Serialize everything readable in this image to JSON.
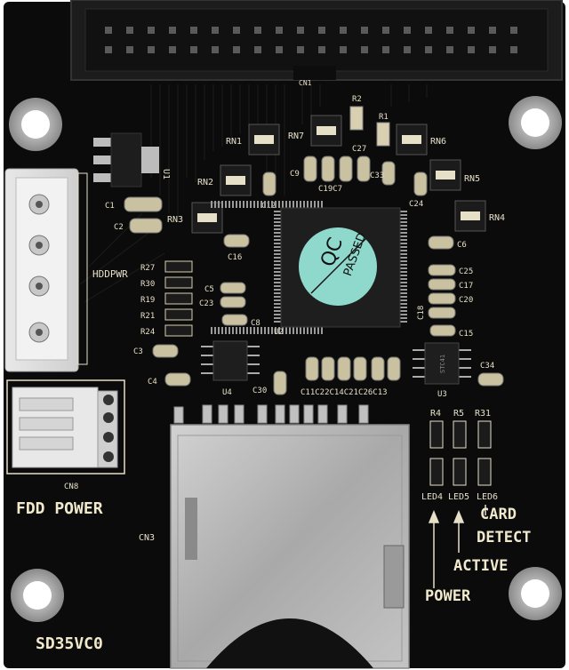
{
  "labels": {
    "hddpwr": "HDDPWR",
    "cn8": "CN8",
    "fdd_power": "FDD POWER",
    "cn3": "CN3",
    "model": "SD35VC0",
    "card_detect_line1": "CARD",
    "card_detect_line2": "DETECT",
    "active": "ACTIVE",
    "power": "POWER",
    "qc_line1": "QC",
    "qc_line2": "PASSED",
    "u1": "U1",
    "u2": "U2",
    "u3": "U3",
    "u4": "U4",
    "u3_marking": "STC41",
    "cn_top": "CN1"
  },
  "components": {
    "rn1": "RN1",
    "rn2": "RN2",
    "rn3": "RN3",
    "rn4": "RN4",
    "rn5": "RN5",
    "rn6": "RN6",
    "rn7": "RN7",
    "r1": "R1",
    "r2": "R2",
    "r4": "R4",
    "r5": "R5",
    "r31": "R31",
    "r27": "R27",
    "r30": "R30",
    "r19": "R19",
    "r21": "R21",
    "r24": "R24",
    "c1": "C1",
    "c2": "C2",
    "c3": "C3",
    "c4": "C4",
    "c5": "C5",
    "c6": "C6",
    "c8": "C8",
    "c9": "C9",
    "c12": "C12",
    "c15": "C15",
    "c16": "C16",
    "c17": "C17",
    "c18": "C18",
    "c19c7": "C19C7",
    "c20": "C20",
    "c23": "C23",
    "c24": "C24",
    "c25": "C25",
    "c27": "C27",
    "c30": "C30",
    "c33": "C33",
    "c34": "C34",
    "bottom_caps": "C11C22C14C21C26C13",
    "led4": "LED4",
    "led5": "LED5",
    "led6": "LED6"
  },
  "colors": {
    "board": "#0b0b0b",
    "silkscreen": "#e6e0c8",
    "qc_sticker": "#8fd9cc",
    "sd_slot": "#b7b7b7",
    "connector": "#1c1c1c"
  }
}
